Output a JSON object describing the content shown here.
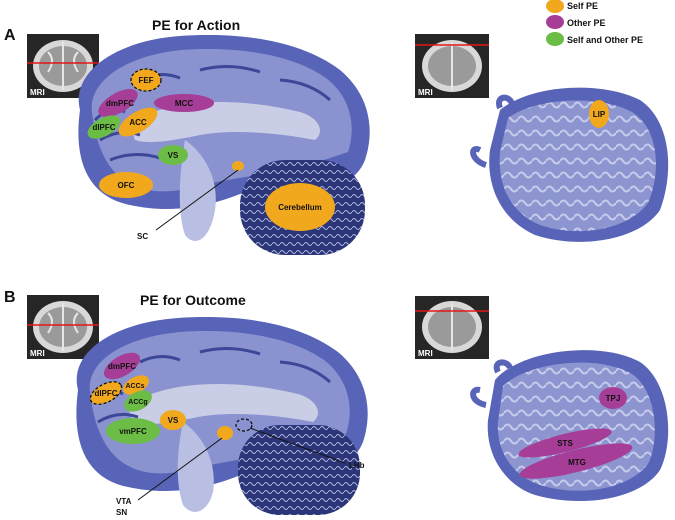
{
  "panels": [
    {
      "letter": "A",
      "title": "PE for Action",
      "mri_label_left": "MRI",
      "mri_label_right": "MRI",
      "regions_medial": [
        {
          "label": "FEF",
          "type": "self",
          "dashed": true
        },
        {
          "label": "dmPFC",
          "type": "other"
        },
        {
          "label": "MCC",
          "type": "other"
        },
        {
          "label": "dlPFC",
          "type": "both"
        },
        {
          "label": "ACC",
          "type": "self"
        },
        {
          "label": "VS",
          "type": "both"
        },
        {
          "label": "OFC",
          "type": "self"
        },
        {
          "label": "Cerebellum",
          "type": "self"
        },
        {
          "label": "",
          "type": "self"
        }
      ],
      "pointer_labels": [
        "SC"
      ],
      "regions_lateral": [
        {
          "label": "LIP",
          "type": "self"
        }
      ]
    },
    {
      "letter": "B",
      "title": "PE for Outcome",
      "mri_label_left": "MRI",
      "mri_label_right": "MRI",
      "regions_medial": [
        {
          "label": "dmPFC",
          "type": "other"
        },
        {
          "label": "ACCs",
          "type": "self"
        },
        {
          "label": "ACCg",
          "type": "both"
        },
        {
          "label": "dlPFC",
          "type": "self",
          "dashed": true
        },
        {
          "label": "vmPFC",
          "type": "both"
        },
        {
          "label": "VS",
          "type": "self"
        },
        {
          "label": "",
          "type": "self"
        },
        {
          "label": "",
          "type": "self",
          "dashed": true
        }
      ],
      "pointer_labels": [
        "VTA",
        "SN",
        "LHb"
      ],
      "regions_lateral": [
        {
          "label": "TPJ",
          "type": "other"
        },
        {
          "label": "STS",
          "type": "other"
        },
        {
          "label": "MTG",
          "type": "other"
        }
      ]
    }
  ],
  "legend": [
    {
      "label": "Self PE",
      "color": "#f2a81d"
    },
    {
      "label": "Other PE",
      "color": "#a63d96"
    },
    {
      "label": "Self and Other PE",
      "color": "#6cbd45"
    }
  ],
  "colors": {
    "self": "#f2a81d",
    "other": "#a63d96",
    "both": "#6cbd45",
    "cortex": "#5864b8",
    "whitematter": "#c9cde6",
    "cerebellum": "#2b3577"
  }
}
